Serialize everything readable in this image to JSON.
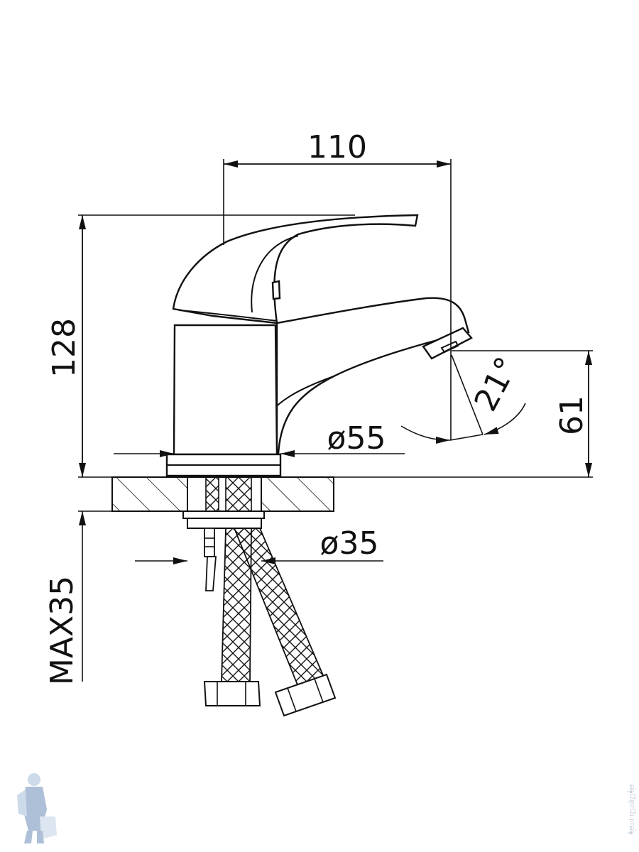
{
  "dimensions": {
    "width_top": "110",
    "height_total": "128",
    "spout_height": "61",
    "base_diameter": "ø55",
    "hole_diameter": "ø35",
    "max_thickness": "MAX35",
    "spout_angle": "21°"
  },
  "watermark": {
    "vertical_text": "ஷ்ரோபோஷ்"
  },
  "colors": {
    "line": "#111111",
    "background": "#ffffff",
    "watermark": "#b7c3d0"
  }
}
